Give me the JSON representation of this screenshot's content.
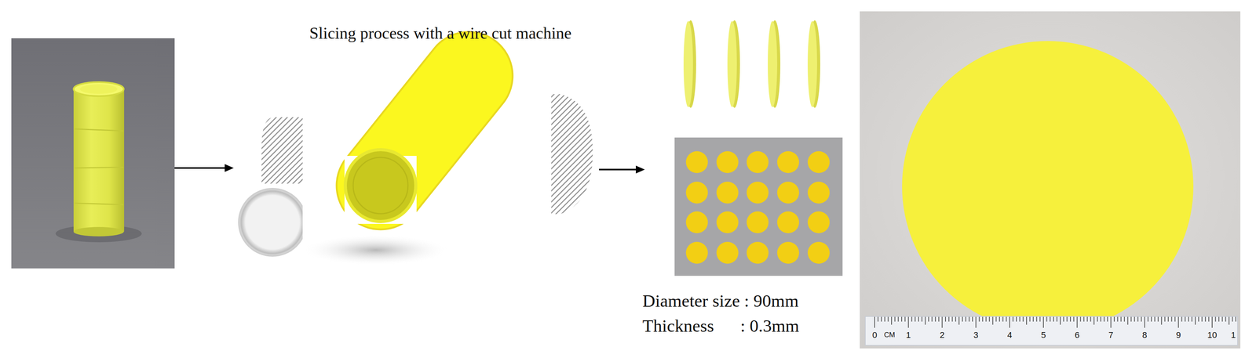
{
  "diagram": {
    "labels": [
      "Slicing process with a wire cut machine",
      "Diameter size : 90mm",
      "Thickness      : 0.3mm",
      "0",
      "CM",
      "1",
      "2",
      "3",
      "4",
      "5",
      "6",
      "7",
      "8",
      "9",
      "10",
      "1"
    ]
  }
}
